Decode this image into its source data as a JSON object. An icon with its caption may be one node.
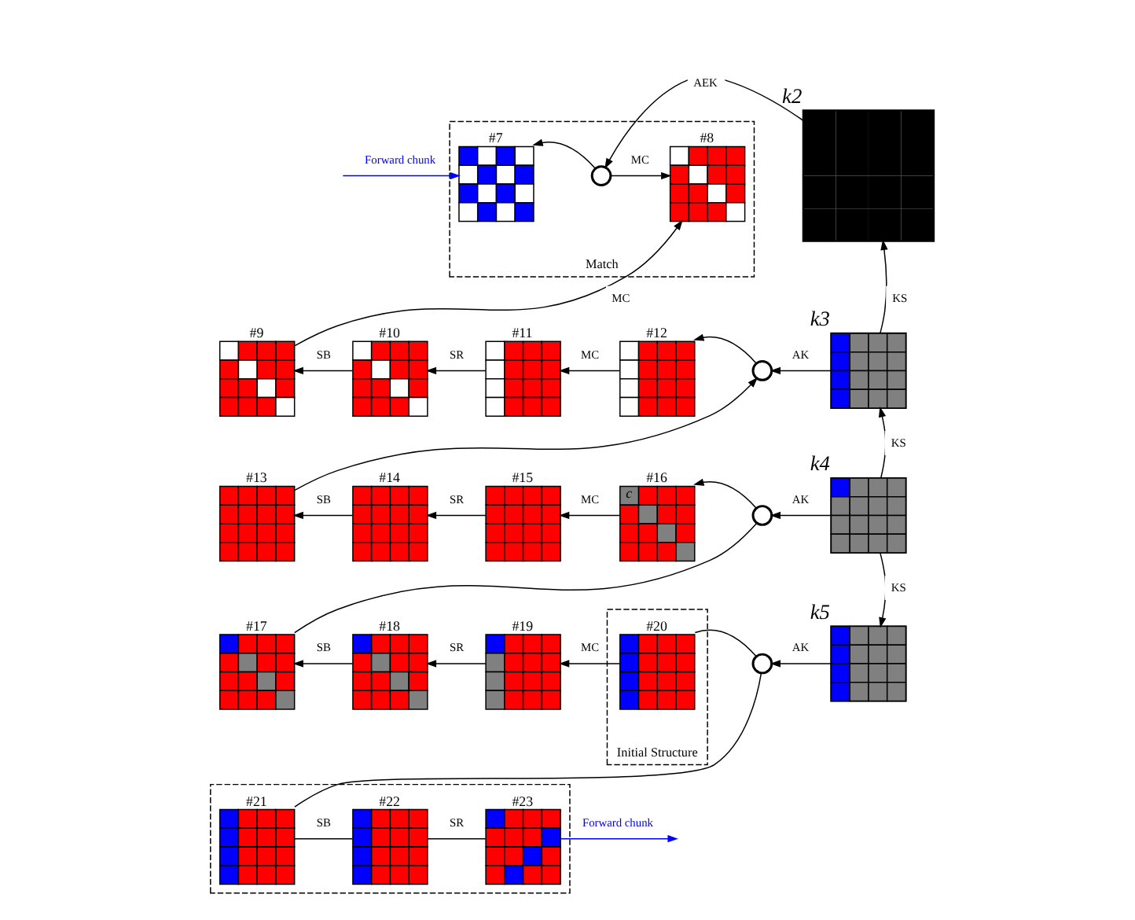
{
  "diagram": {
    "nodes": [
      {
        "text": [
          "Match"
        ]
      },
      {
        "text": [
          "#7"
        ],
        "in": 0
      },
      {
        "text": [],
        "shape": "circle",
        "in": 0
      },
      {
        "text": [
          "#8"
        ],
        "in": 0
      },
      {
        "text": [],
        "shape": "box",
        "beside": [
          "k2"
        ]
      },
      {
        "text": [
          "#9"
        ]
      },
      {
        "text": [
          "#10"
        ]
      },
      {
        "text": [
          "#11"
        ]
      },
      {
        "text": [
          "#12"
        ]
      },
      {
        "text": [],
        "shape": "circle"
      },
      {
        "text": [],
        "shape": "box",
        "beside": [
          "k3"
        ]
      },
      {
        "text": [
          "#13"
        ]
      },
      {
        "text": [
          "#14"
        ]
      },
      {
        "text": [
          "#15"
        ]
      },
      {
        "text": [
          "#16",
          "c"
        ]
      },
      {
        "text": [],
        "shape": "circle"
      },
      {
        "text": [],
        "shape": "box",
        "beside": [
          "k4"
        ]
      },
      {
        "text": [
          "#17"
        ]
      },
      {
        "text": [
          "#18"
        ]
      },
      {
        "text": [
          "#19"
        ]
      },
      {
        "text": [
          "Initial Structure"
        ]
      },
      {
        "text": [
          "#20"
        ],
        "in": 20
      },
      {
        "text": [],
        "shape": "circle"
      },
      {
        "text": [],
        "shape": "box",
        "beside": [
          "k5"
        ]
      },
      {
        "text": [],
        "shape": "box"
      },
      {
        "text": [
          "#21"
        ],
        "in": 24
      },
      {
        "text": [
          "#22"
        ],
        "in": 24
      },
      {
        "text": [
          "#23"
        ],
        "in": 24
      }
    ],
    "edges": [
      {
        "from": null,
        "to": 1,
        "arrow": "to",
        "label": "Forward chunk",
        "color": "#0000ff"
      },
      {
        "from": 2,
        "to": 1,
        "arrow": "to"
      },
      {
        "from": 2,
        "to": 3,
        "arrow": "to",
        "label": "MC"
      },
      {
        "from": 4,
        "to": 2,
        "arrow": "to",
        "label": "AEK"
      },
      {
        "from": 5,
        "to": 3,
        "arrow": "to",
        "label": "MC"
      },
      {
        "from": 10,
        "to": 4,
        "arrow": "to",
        "label": "KS"
      },
      {
        "from": 10,
        "to": 9,
        "arrow": "to",
        "label": "AK"
      },
      {
        "from": 9,
        "to": 8,
        "arrow": "to"
      },
      {
        "from": 8,
        "to": 7,
        "arrow": "to",
        "label": "MC"
      },
      {
        "from": 7,
        "to": 6,
        "arrow": "to",
        "label": "SR"
      },
      {
        "from": 6,
        "to": 5,
        "arrow": "to",
        "label": "SB"
      },
      {
        "from": 11,
        "to": 9,
        "arrow": "to"
      },
      {
        "from": 16,
        "to": 10,
        "arrow": "to",
        "label": "KS"
      },
      {
        "from": 16,
        "to": 15,
        "arrow": "to",
        "label": "AK"
      },
      {
        "from": 15,
        "to": 14,
        "arrow": "to"
      },
      {
        "from": 14,
        "to": 13,
        "arrow": "to",
        "label": "MC"
      },
      {
        "from": 13,
        "to": 12,
        "arrow": "to",
        "label": "SR"
      },
      {
        "from": 12,
        "to": 11,
        "arrow": "to",
        "label": "SB"
      },
      {
        "from": 17,
        "to": 15,
        "arrow": "none"
      },
      {
        "from": 16,
        "to": 23,
        "arrow": "to",
        "label": "KS"
      },
      {
        "from": 23,
        "to": 22,
        "arrow": "to",
        "label": "AK"
      },
      {
        "from": 22,
        "to": 21,
        "arrow": "none"
      },
      {
        "from": 21,
        "to": 19,
        "arrow": "to",
        "label": "MC"
      },
      {
        "from": 19,
        "to": 18,
        "arrow": "to",
        "label": "SR"
      },
      {
        "from": 18,
        "to": 17,
        "arrow": "to",
        "label": "SB"
      },
      {
        "from": 25,
        "to": 22,
        "arrow": "none"
      },
      {
        "from": 25,
        "to": 26,
        "arrow": "none",
        "label": "SB"
      },
      {
        "from": 26,
        "to": 27,
        "arrow": "none",
        "label": "SR"
      },
      {
        "from": 27,
        "to": null,
        "arrow": "to",
        "label": "Forward chunk",
        "color": "#0000ff"
      }
    ]
  }
}
